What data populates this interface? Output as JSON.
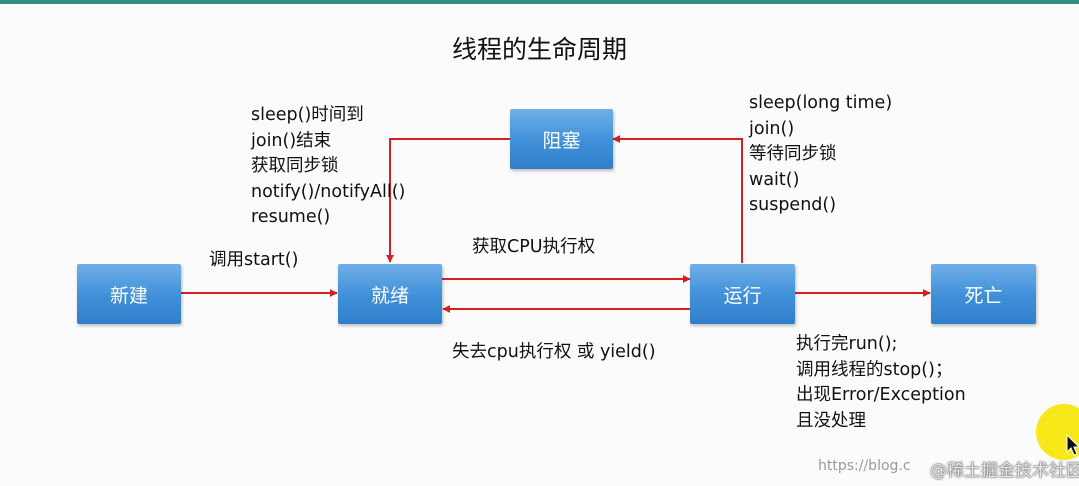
{
  "title": "线程的生命周期",
  "states": {
    "new": "新建",
    "ready": "就绪",
    "running": "运行",
    "blocked": "阻塞",
    "dead": "死亡"
  },
  "labels": {
    "start": "调用start()",
    "get_cpu": "获取CPU执行权",
    "lose_cpu": "失去cpu执行权 或 yield()",
    "to_ready": [
      "sleep()时间到",
      "join()结束",
      "获取同步锁",
      "notify()/notifyAll()",
      "resume()"
    ],
    "to_blocked": [
      "sleep(long time)",
      "join()",
      "等待同步锁",
      "wait()",
      "suspend()"
    ],
    "to_dead": [
      "执行完run();",
      "调用线程的stop()；",
      "出现Error/Exception",
      "且没处理"
    ]
  },
  "watermark": {
    "url": "https://blog.c",
    "site": "@稀土掘金技术社区"
  },
  "colors": {
    "arrow": "#d42020",
    "box": "#3f8fd8"
  }
}
